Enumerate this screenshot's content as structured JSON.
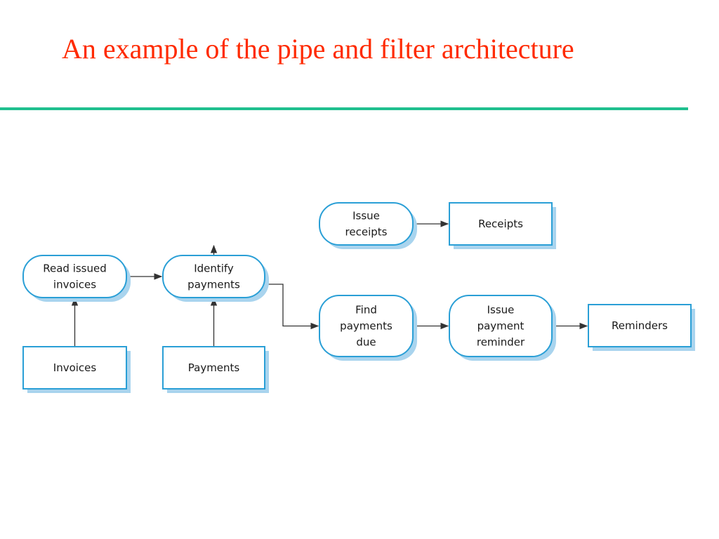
{
  "slide": {
    "title": "An example of the pipe and filter architecture"
  },
  "colors": {
    "title": "#ff2a00",
    "rule": "#1fbf8f",
    "node_stroke": "#2a9fd6",
    "node_shadow": "#a9d4ee",
    "node_fill": "#ffffff",
    "arrow": "#333333"
  },
  "diagram": {
    "filters": {
      "read_issued_invoices": {
        "lines": [
          "Read issued",
          "invoices"
        ]
      },
      "identify_payments": {
        "lines": [
          "Identify",
          "payments"
        ]
      },
      "issue_receipts": {
        "lines": [
          "Issue",
          "receipts"
        ]
      },
      "find_payments_due": {
        "lines": [
          "Find",
          "payments",
          "due"
        ]
      },
      "issue_payment_reminder": {
        "lines": [
          "Issue",
          "payment",
          "reminder"
        ]
      }
    },
    "stores": {
      "invoices": {
        "label": "Invoices"
      },
      "payments": {
        "label": "Payments"
      },
      "receipts": {
        "label": "Receipts"
      },
      "reminders": {
        "label": "Reminders"
      }
    },
    "flows": [
      {
        "from": "invoices",
        "to": "read_issued_invoices"
      },
      {
        "from": "payments",
        "to": "identify_payments"
      },
      {
        "from": "read_issued_invoices",
        "to": "identify_payments"
      },
      {
        "from": "identify_payments",
        "to": "issue_receipts"
      },
      {
        "from": "identify_payments",
        "to": "find_payments_due"
      },
      {
        "from": "issue_receipts",
        "to": "receipts"
      },
      {
        "from": "find_payments_due",
        "to": "issue_payment_reminder"
      },
      {
        "from": "issue_payment_reminder",
        "to": "reminders"
      }
    ]
  }
}
